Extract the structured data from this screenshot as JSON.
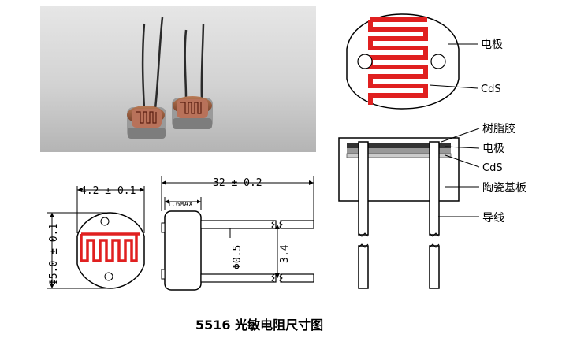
{
  "labels": {
    "electrode": "电极",
    "cds": "CdS",
    "resin": "树脂胶",
    "electrode2": "电极",
    "cds2": "CdS",
    "ceramic": "陶瓷基板",
    "wire": "导线"
  },
  "dimensions": {
    "width": "4.2 ± 0.1",
    "diameter": "Φ5.0 ± 0.1",
    "length": "32 ± 0.2",
    "thickness": "1.6MAX",
    "lead_diameter": "Φ0.5",
    "pitch": "3.4"
  },
  "caption": "5516 光敏电阻尺寸图",
  "colors": {
    "pattern_red": "#e02020",
    "body_brown": "#8a3a22",
    "photo_bg": "#cfcfcf"
  }
}
